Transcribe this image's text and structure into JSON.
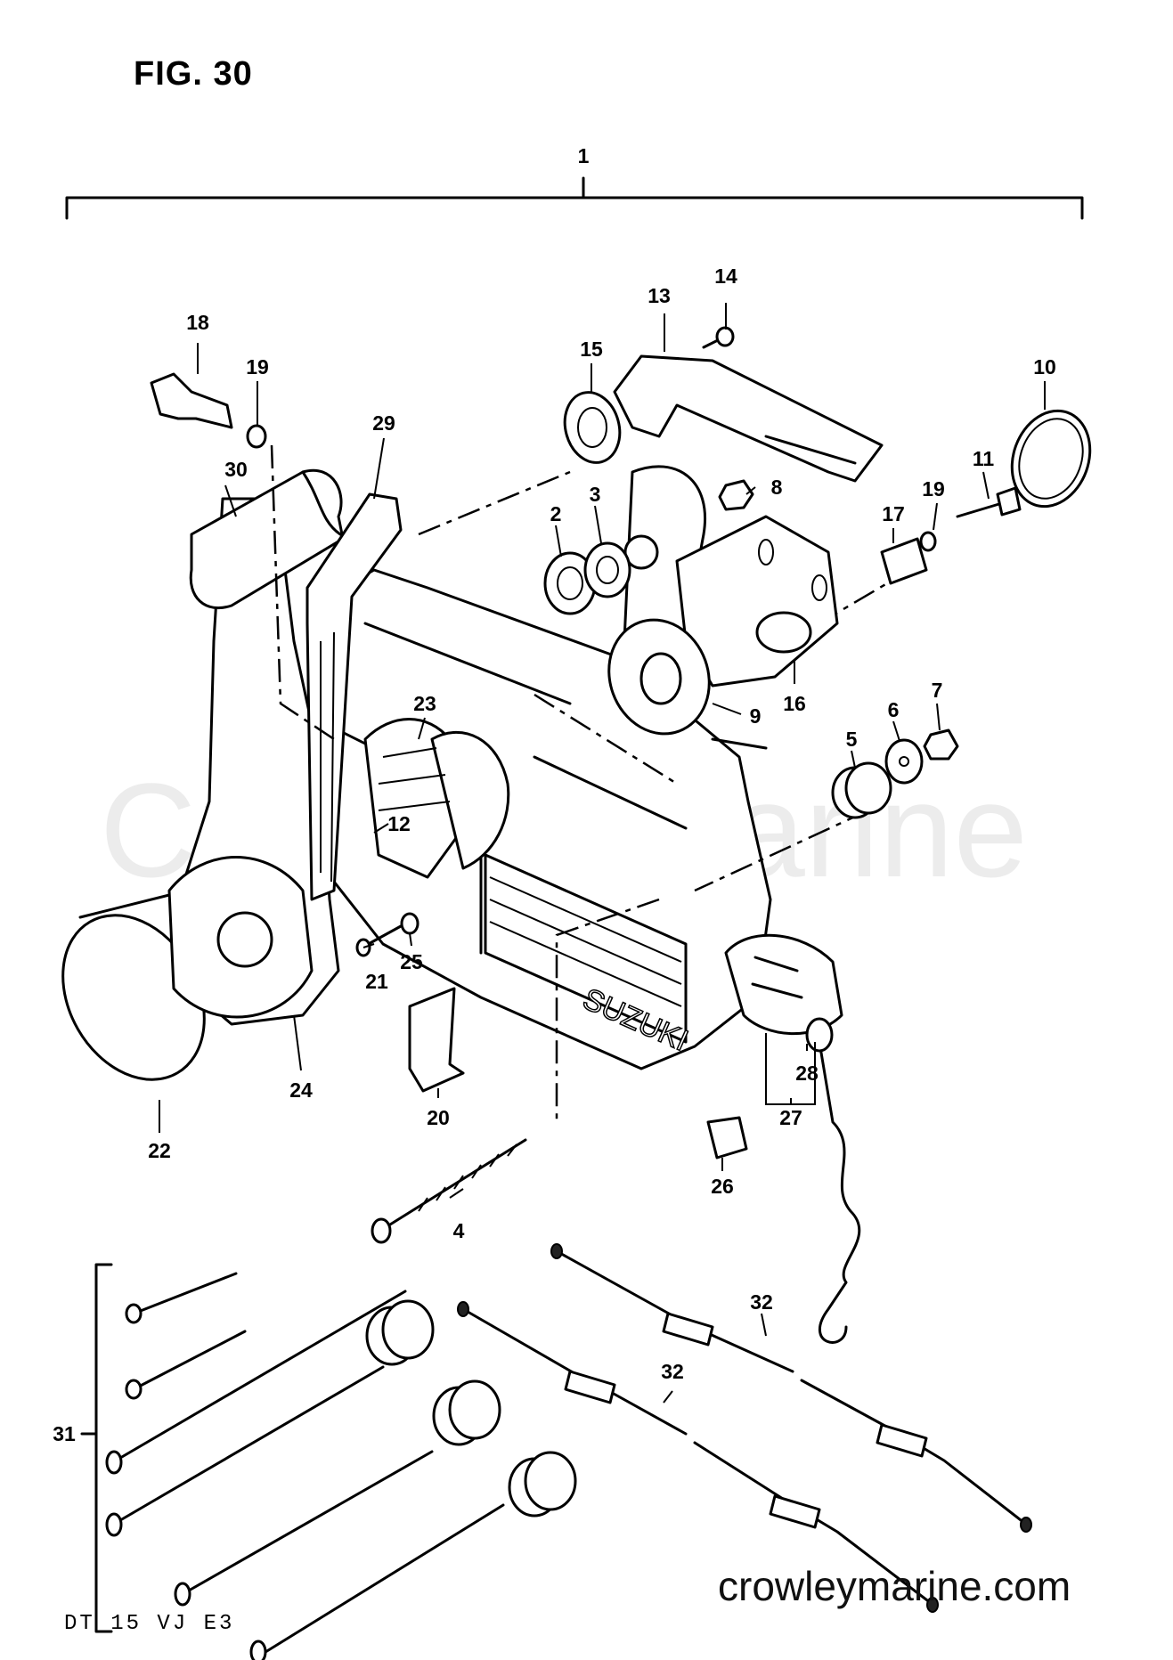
{
  "figure": {
    "title": "FIG. 30",
    "model_code": "DT 15 VJ E3",
    "website": "crowleymarine.com",
    "watermark": "Crowley Marine",
    "housing_brand": "SUZUKI"
  },
  "parts": [
    {
      "id": "p1",
      "label": "1"
    },
    {
      "id": "p2",
      "label": "2"
    },
    {
      "id": "p3",
      "label": "3"
    },
    {
      "id": "p4",
      "label": "4"
    },
    {
      "id": "p5",
      "label": "5"
    },
    {
      "id": "p6",
      "label": "6"
    },
    {
      "id": "p7",
      "label": "7"
    },
    {
      "id": "p8",
      "label": "8"
    },
    {
      "id": "p9",
      "label": "9"
    },
    {
      "id": "p10",
      "label": "10"
    },
    {
      "id": "p11",
      "label": "11"
    },
    {
      "id": "p12",
      "label": "12"
    },
    {
      "id": "p13",
      "label": "13"
    },
    {
      "id": "p14",
      "label": "14"
    },
    {
      "id": "p15",
      "label": "15"
    },
    {
      "id": "p16",
      "label": "16"
    },
    {
      "id": "p17",
      "label": "17"
    },
    {
      "id": "p18",
      "label": "18"
    },
    {
      "id": "p19a",
      "label": "19"
    },
    {
      "id": "p19b",
      "label": "19"
    },
    {
      "id": "p20",
      "label": "20"
    },
    {
      "id": "p21",
      "label": "21"
    },
    {
      "id": "p22",
      "label": "22"
    },
    {
      "id": "p23",
      "label": "23"
    },
    {
      "id": "p24",
      "label": "24"
    },
    {
      "id": "p25",
      "label": "25"
    },
    {
      "id": "p26",
      "label": "26"
    },
    {
      "id": "p27",
      "label": "27"
    },
    {
      "id": "p28",
      "label": "28"
    },
    {
      "id": "p29",
      "label": "29"
    },
    {
      "id": "p30",
      "label": "30"
    },
    {
      "id": "p31",
      "label": "31"
    },
    {
      "id": "p32a",
      "label": "32"
    },
    {
      "id": "p32b",
      "label": "32"
    }
  ]
}
